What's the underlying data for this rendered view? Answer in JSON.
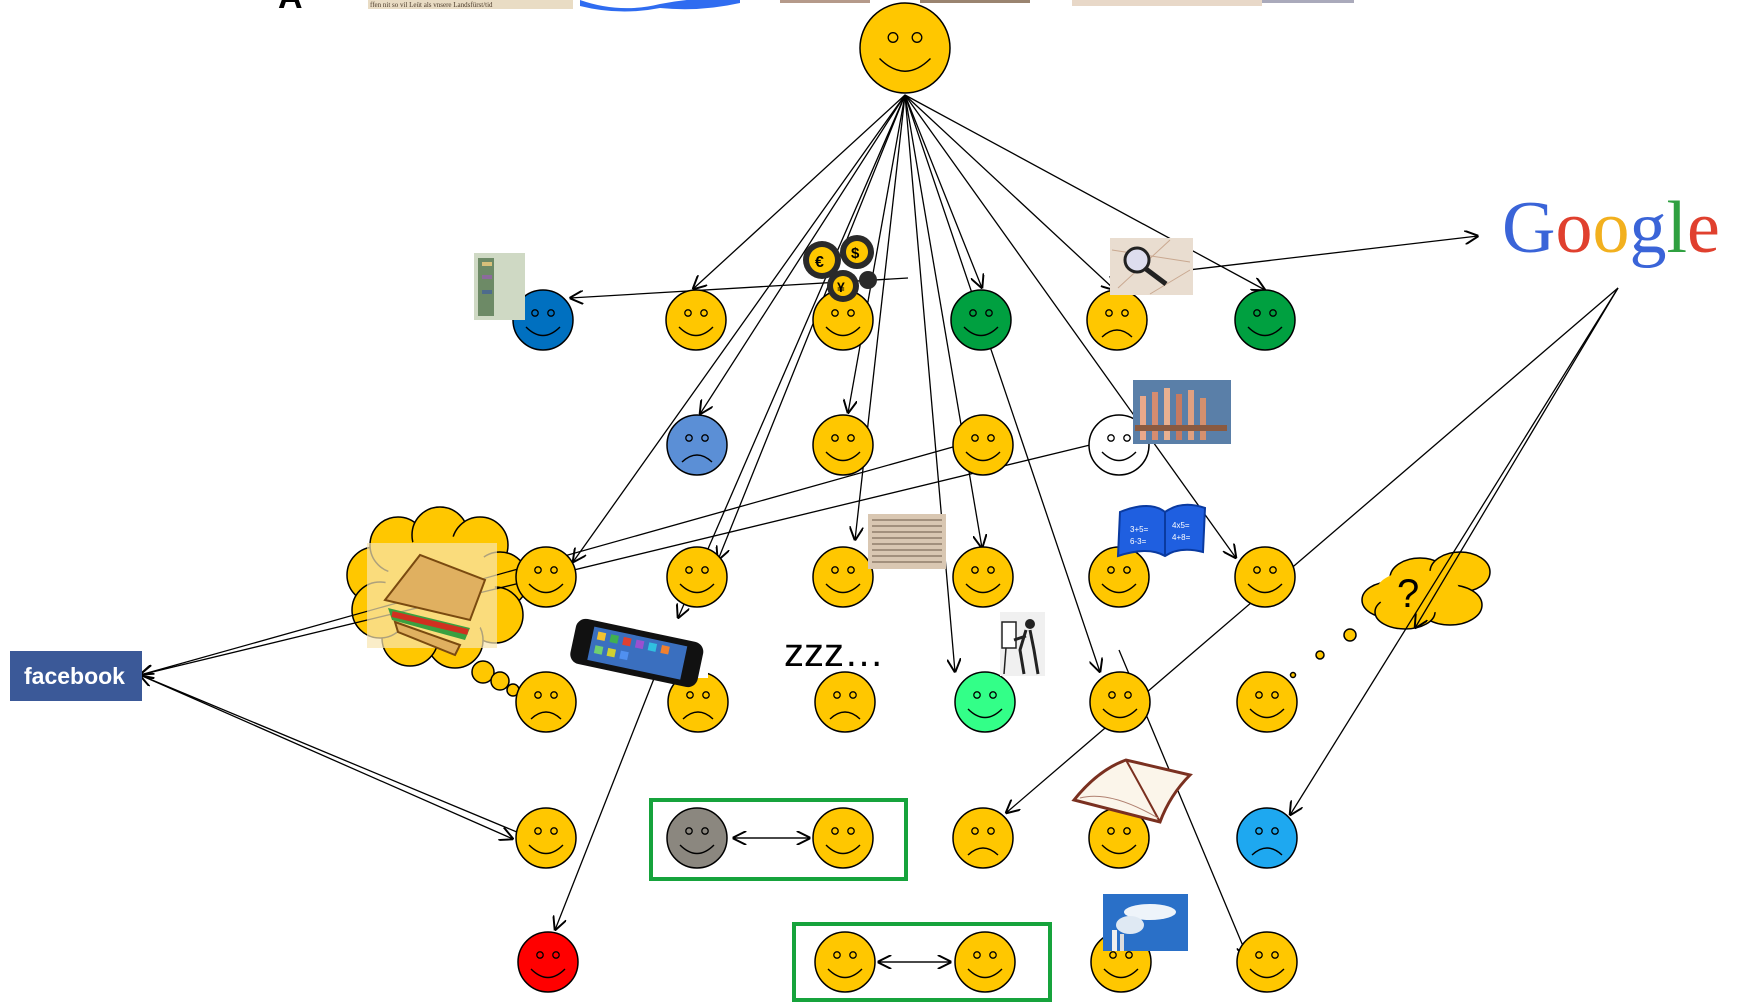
{
  "header": {
    "letter": "A",
    "strip_text": "ffen nit so vil Leüt als vnsere Landsfürst/tid"
  },
  "brands": {
    "facebook": "facebook",
    "google": "Google"
  },
  "labels": {
    "sleep": "zzz…",
    "question": "?"
  },
  "colors": {
    "smiley_yellow": "#FFC700",
    "dark_blue": "#0070C0",
    "green": "#00A040",
    "light_blue": "#5B8FD6",
    "white": "#FFFFFF",
    "light_green": "#33FF88",
    "gray": "#8B877F",
    "cyan": "#1EA8F0",
    "red": "#FF0000",
    "box_green": "#16A33C",
    "facebook_blue": "#3B5998"
  },
  "icons": [
    "sandwich-thought-icon",
    "smartphone-icon",
    "gears-icon",
    "magnifier-map-icon",
    "test-tubes-icon",
    "math-book-icon",
    "newspaper-icon",
    "painter-icon",
    "open-book-icon",
    "factory-smoke-icon",
    "bookshelf-icon",
    "question-cloud-icon"
  ]
}
